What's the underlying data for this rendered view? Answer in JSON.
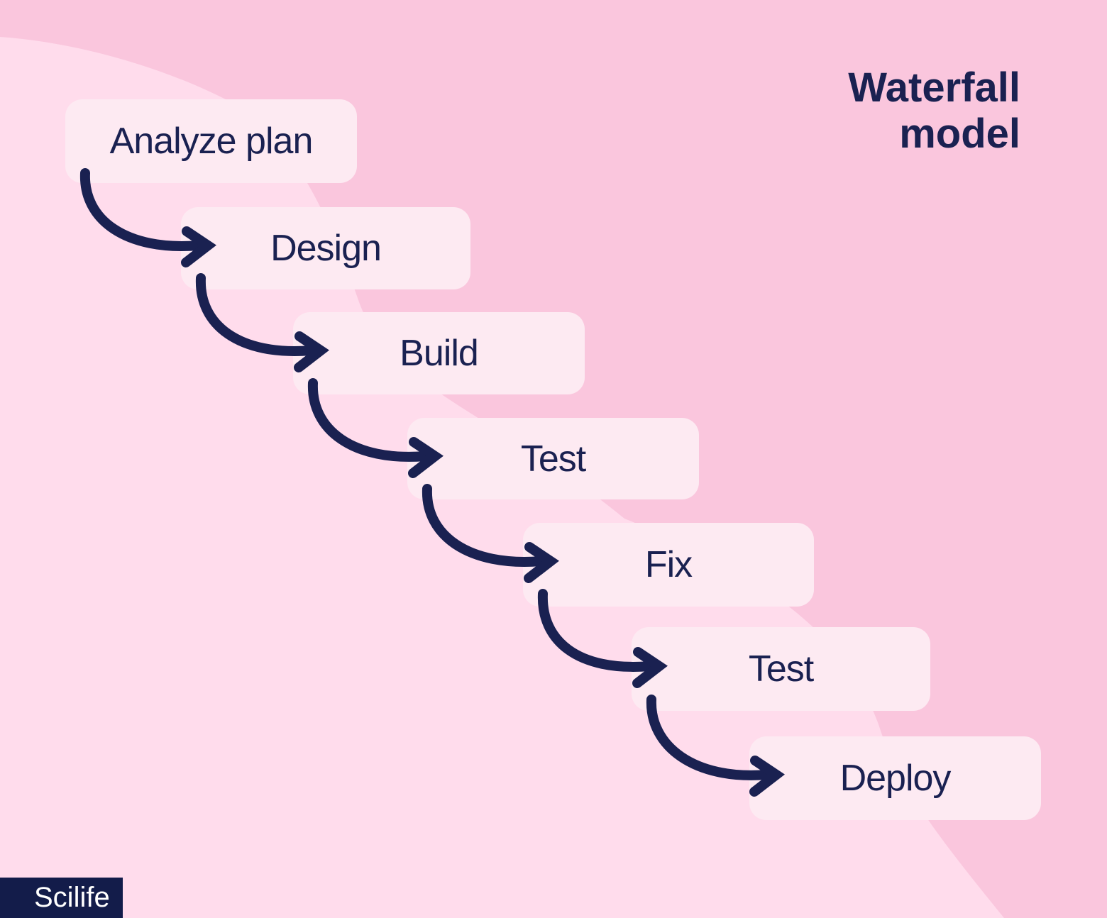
{
  "title": {
    "line1": "Waterfall",
    "line2": "model"
  },
  "steps": [
    {
      "label": "Analyze plan"
    },
    {
      "label": "Design"
    },
    {
      "label": "Build"
    },
    {
      "label": "Test"
    },
    {
      "label": "Fix"
    },
    {
      "label": "Test"
    },
    {
      "label": "Deploy"
    }
  ],
  "logo": {
    "text": "Scilife"
  },
  "colors": {
    "background": "#fac6dd",
    "cascade_band": "#ffdcec",
    "card": "#fdeaf2",
    "ink": "#1a2151",
    "logo_bg": "#131c4a",
    "logo_text": "#ffffff"
  }
}
